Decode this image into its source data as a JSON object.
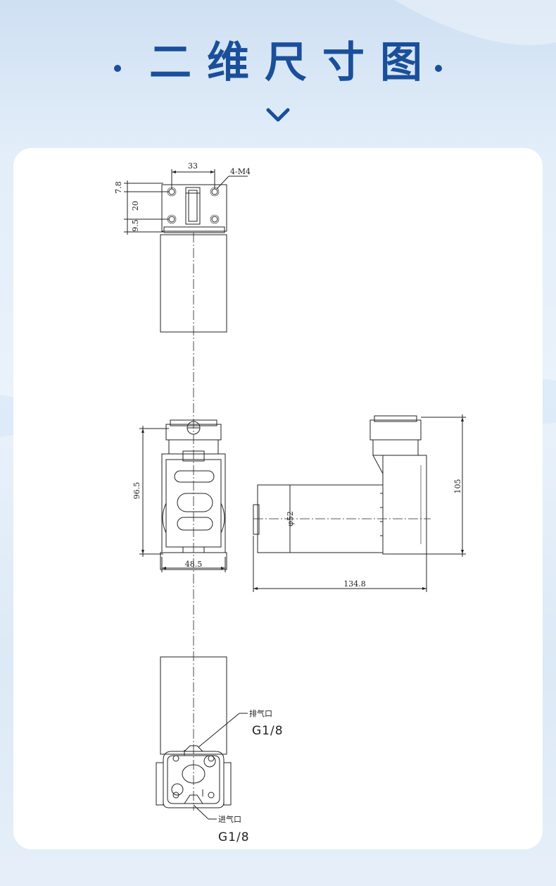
{
  "header": {
    "title": "二维尺寸图"
  },
  "colors": {
    "title": "#1a4f9a",
    "background": "#e3eef9",
    "card": "#ffffff",
    "line": "#222222"
  },
  "icons": [
    "chevron-down-icon"
  ],
  "drawing": {
    "top_view": {
      "dim_width": "33",
      "dim_thread": "4-M4",
      "dim_v1": "7.8",
      "dim_v2": "20",
      "dim_v3": "9.5"
    },
    "front_view": {
      "dim_height": "96.5",
      "dim_width": "48.5"
    },
    "side_view": {
      "dim_diameter": "φ52",
      "dim_height": "105",
      "dim_length": "134.8"
    },
    "bottom_view": {
      "outlet_label": "排气口",
      "outlet_thread": "G1/8",
      "inlet_label": "进气口",
      "inlet_thread": "G1/8"
    }
  }
}
